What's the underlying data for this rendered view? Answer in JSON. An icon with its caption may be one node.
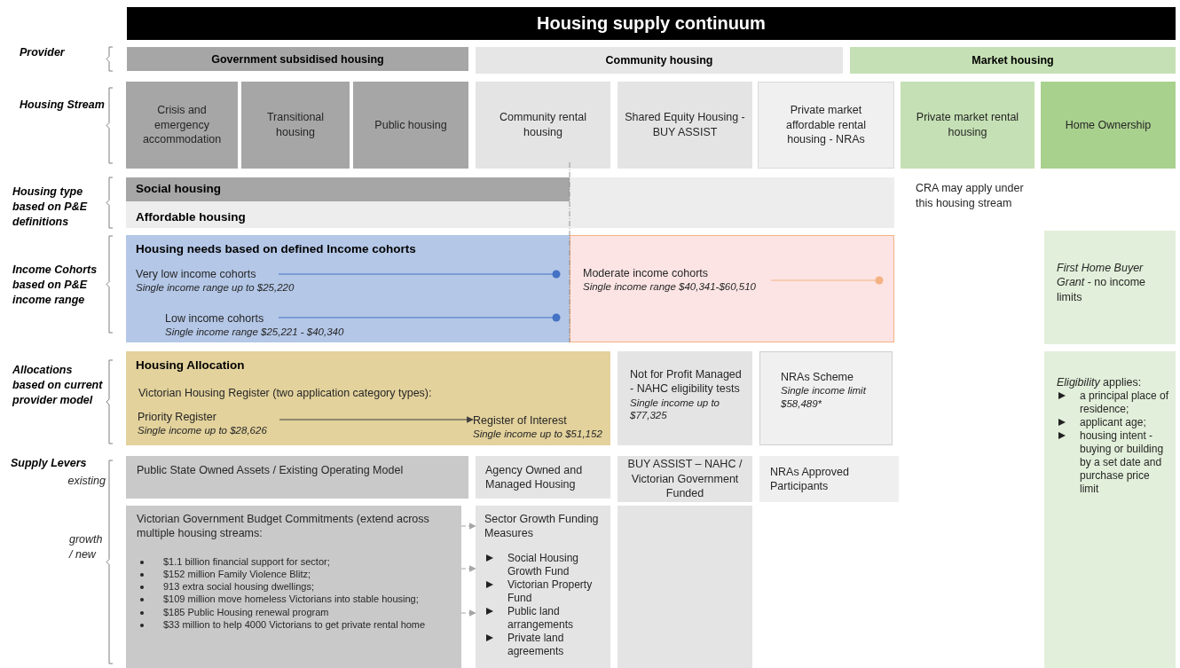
{
  "diagram": {
    "title": "Housing supply continuum",
    "nodes": [
      {
        "text": [
          "Government subsidised housing"
        ]
      },
      {
        "text": [
          "Community housing"
        ]
      },
      {
        "text": [
          "Market housing"
        ]
      },
      {
        "text": [
          "Crisis and emergency accommodation"
        ]
      },
      {
        "text": [
          "Transitional housing"
        ]
      },
      {
        "text": [
          "Public housing"
        ]
      },
      {
        "text": [
          "Community rental housing"
        ]
      },
      {
        "text": [
          "Shared Equity Housing - BUY ASSIST"
        ]
      },
      {
        "text": [
          "Private market affordable rental housing - NRAs"
        ]
      },
      {
        "text": [
          "Private market rental housing"
        ]
      },
      {
        "text": [
          "Home Ownership"
        ]
      },
      {
        "text": [
          "Affordable housing"
        ]
      },
      {
        "text": [
          "Social housing"
        ],
        "in": 11
      },
      {
        "text": [
          "Housing needs based on defined Income cohorts",
          "Very low income cohorts",
          "Single income range up to $25,220",
          "Low income cohorts",
          "Single income range $25,221 - $40,340"
        ]
      },
      {
        "text": [
          "Moderate income cohorts",
          "Single income range $40,341-$60,510"
        ]
      },
      {
        "text": [
          "*First Home Buyer Grant* - no income limits"
        ]
      },
      {
        "text": [
          "Housing Allocation",
          "Victorian Housing Register (two application category types):"
        ]
      },
      {
        "text": [
          "Priority Register",
          "Single income up to $28,626"
        ],
        "in": 16
      },
      {
        "text": [
          "Register of Interest",
          "Single income up to $51,152"
        ],
        "in": 16
      },
      {
        "text": [
          "Not for Profit Managed - NAHC eligibility  tests",
          "Single income up to $77,325"
        ]
      },
      {
        "text": [
          "NRAs Scheme",
          "Single income limit $58,489*"
        ]
      },
      {
        "text": [
          "*Eligibility* applies:",
          "a principal place of residence;",
          "applicant age;",
          "housing intent - buying or building by a set date and purchase price limit"
        ]
      },
      {
        "text": [
          "Public State Owned Assets / Existing Operating Model"
        ]
      },
      {
        "text": [
          "Agency Owned and Managed Housing"
        ]
      },
      {
        "text": [
          "BUY ASSIST – NAHC / Victorian Government Funded"
        ]
      },
      {
        "text": [
          "NRAs Approved Participants"
        ]
      },
      {
        "text": [
          "Victorian Government Budget Commitments (extend across multiple housing streams:",
          "$1.1 billion financial support for sector;",
          "$152 million Family Violence Blitz;",
          "913 extra social housing dwellings;",
          "$109 million move homeless Victorians into stable housing;",
          "$185 Public Housing renewal program",
          "$33 million to help 4000 Victorians to get private rental home"
        ]
      },
      {
        "text": [
          "Sector Growth Funding Measures",
          "Social Housing Growth Fund",
          "Victorian Property Fund",
          "Public land arrangements",
          "Private land agreements"
        ]
      },
      {
        "text": [],
        "shape": "box"
      }
    ],
    "edges": [
      {
        "from": 17,
        "to": 18,
        "arrow": "to",
        "color": "#404040"
      },
      {
        "from": 26,
        "to": 27,
        "arrow": "to",
        "style": "dashed"
      },
      {
        "from": 26,
        "to": 27,
        "arrow": "to",
        "style": "dashed"
      },
      {
        "from": 26,
        "to": 27,
        "arrow": "to",
        "style": "dashed"
      }
    ],
    "labels": [
      "Provider",
      "Housing Stream",
      "Housing type based on P&E definitions",
      "CRA may apply under this housing stream",
      "Income Cohorts based on P&E income range",
      "Allocations based on current provider model",
      "Supply Levers",
      "existing",
      "growth / new"
    ]
  }
}
